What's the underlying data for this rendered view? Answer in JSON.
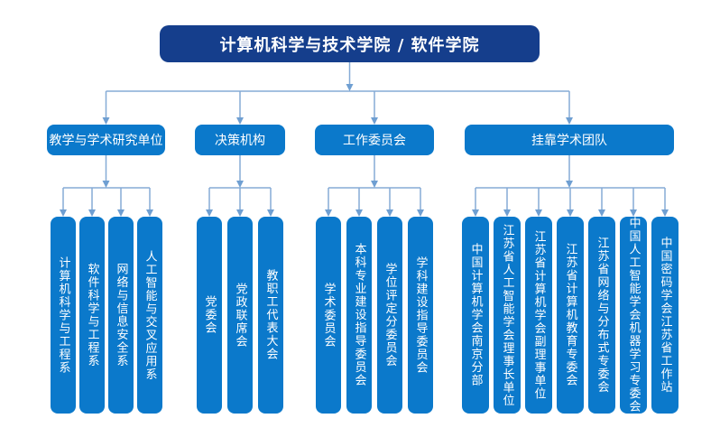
{
  "title": "计算机科学与技术学院 / 软件学院",
  "colors": {
    "root_box": "#153e8c",
    "node_box": "#0b79cb",
    "connector_line": "#85abd6",
    "arrow_head": "#6f9fd2"
  },
  "groups": [
    {
      "label": "教学与学术研究单位",
      "children": [
        "计算机科学与工程系",
        "软件科学与工程系",
        "网络与信息安全系",
        "人工智能与交叉应用系"
      ]
    },
    {
      "label": "决策机构",
      "children": [
        "党委会",
        "党政联席会",
        "教职工代表大会"
      ]
    },
    {
      "label": "工作委员会",
      "children": [
        "学术委员会",
        "本科专业建设指导委员会",
        "学位评定分委员会",
        "学科建设指导委员会"
      ]
    },
    {
      "label": "挂靠学术团队",
      "children": [
        "中国计算机学会南京分部",
        "江苏省人工智能学会理事长单位",
        "江苏省计算机学会副理事单位",
        "江苏省计算机教育专委会",
        "江苏省网络与分布式专委会",
        "中国人工智能学会机器学习专委会",
        "中国密码学会江苏省工作站"
      ]
    }
  ]
}
